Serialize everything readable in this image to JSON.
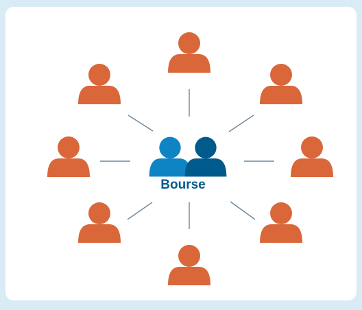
{
  "hub": {
    "label": "Bourse",
    "colors": {
      "front": "#005a8c",
      "back": "#0f84c4",
      "text": "#005a8c"
    }
  },
  "nodes": [
    {
      "id": "top",
      "icon": "person-icon"
    },
    {
      "id": "top-right",
      "icon": "person-icon"
    },
    {
      "id": "right",
      "icon": "person-icon"
    },
    {
      "id": "bottom-right",
      "icon": "person-icon"
    },
    {
      "id": "bottom",
      "icon": "person-icon"
    },
    {
      "id": "bottom-left",
      "icon": "person-icon"
    },
    {
      "id": "left",
      "icon": "person-icon"
    },
    {
      "id": "top-left",
      "icon": "person-icon"
    }
  ],
  "colors": {
    "person": "#d9673a",
    "connector": "#6f879a",
    "background": "#d9ecf6",
    "card": "#ffffff"
  }
}
